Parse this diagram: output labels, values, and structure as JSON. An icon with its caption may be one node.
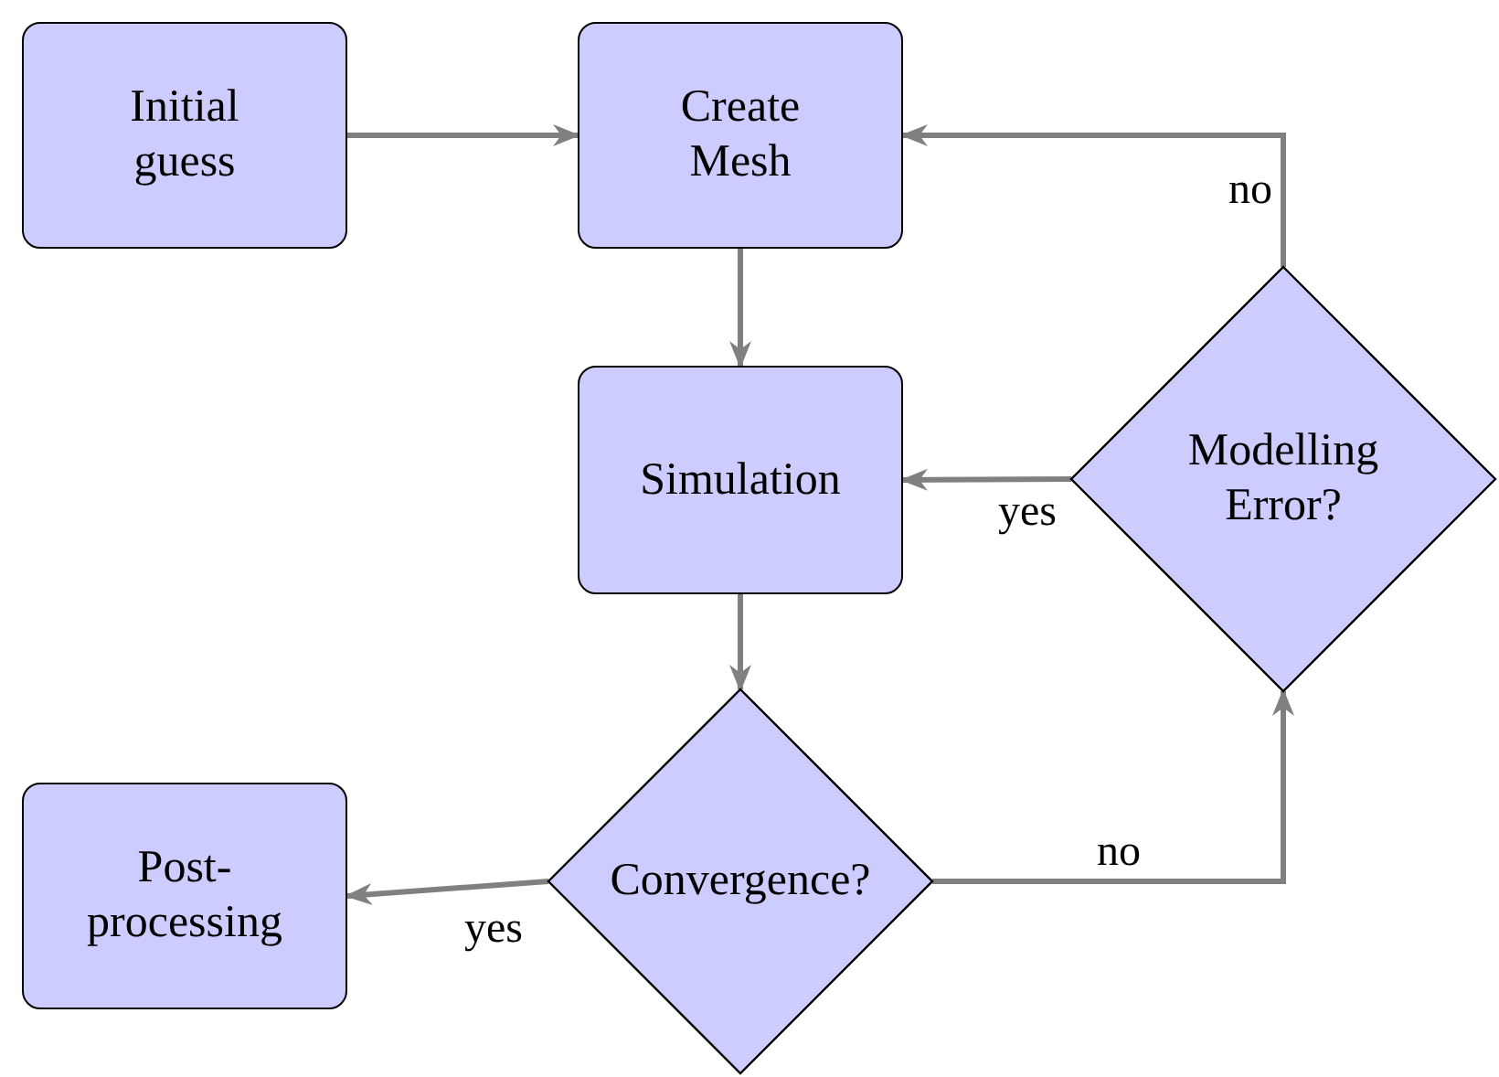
{
  "diagram": {
    "nodes": [
      {
        "text": [
          "Initial guess"
        ]
      },
      {
        "text": [
          "Create Mesh"
        ]
      },
      {
        "text": [
          "Simulation"
        ]
      },
      {
        "text": [
          "Modelling Error?"
        ]
      },
      {
        "text": [
          "Post-processing"
        ]
      },
      {
        "text": [
          "Convergence?"
        ]
      }
    ],
    "edges": [
      {
        "from": 0,
        "to": 1,
        "arrow": "to"
      },
      {
        "from": 1,
        "to": 2,
        "arrow": "to"
      },
      {
        "from": 2,
        "to": 5,
        "arrow": "to"
      },
      {
        "from": 5,
        "to": 4,
        "arrow": "to",
        "label": "yes"
      },
      {
        "from": 5,
        "to": 3,
        "arrow": "to",
        "label": "no"
      },
      {
        "from": 3,
        "to": 2,
        "arrow": "to",
        "label": "yes"
      },
      {
        "from": 3,
        "to": 1,
        "arrow": "to",
        "label": "no"
      }
    ]
  }
}
